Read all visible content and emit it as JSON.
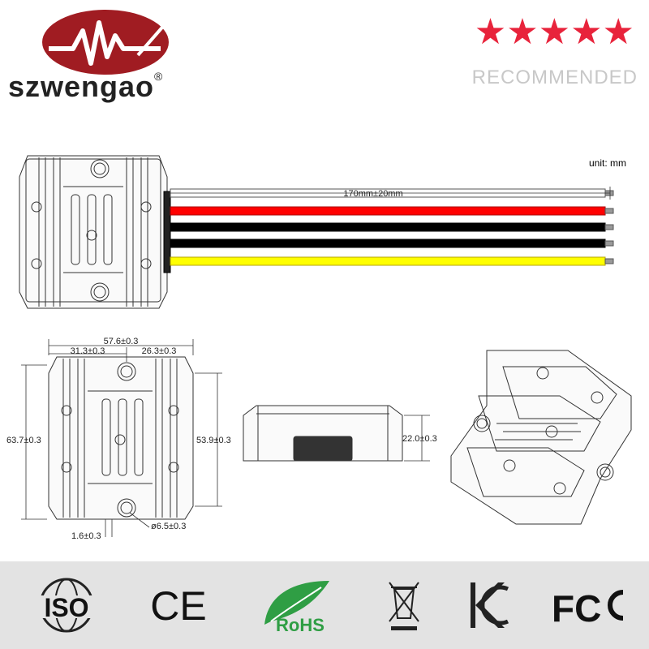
{
  "brand": {
    "name": "szwengao",
    "registered": "®"
  },
  "rating": {
    "stars": 5,
    "star_glyph": "★",
    "label": "RECOMMENDED",
    "star_color": "#e8233b"
  },
  "unit_note": "unit: mm",
  "dimensions": {
    "cable_length": "170mm±20mm",
    "total_width": "57.6±0.3",
    "left_offset": "31.3±0.3",
    "right_offset": "26.3±0.3",
    "total_height": "63.7±0.3",
    "inner_height": "53.9±0.3",
    "side_height": "22.0±0.3",
    "edge_gap": "1.6±0.3",
    "hole_diameter": "ø6.5±0.3"
  },
  "wires": [
    {
      "color": "#ffffff",
      "stroke": "#555555"
    },
    {
      "color": "#ff0000",
      "stroke": "#aa0000"
    },
    {
      "color": "#000000",
      "stroke": "#000000"
    },
    {
      "color": "#000000",
      "stroke": "#000000"
    },
    {
      "color": "#ffff00",
      "stroke": "#b5a400"
    }
  ],
  "certifications": [
    {
      "name": "iso-logo",
      "label": "ISO"
    },
    {
      "name": "ce-logo",
      "label": "CE"
    },
    {
      "name": "rohs-logo",
      "label": "RoHS"
    },
    {
      "name": "weee-logo",
      "label": ""
    },
    {
      "name": "kc-logo",
      "label": ""
    },
    {
      "name": "fcc-logo",
      "label": "FC"
    }
  ]
}
